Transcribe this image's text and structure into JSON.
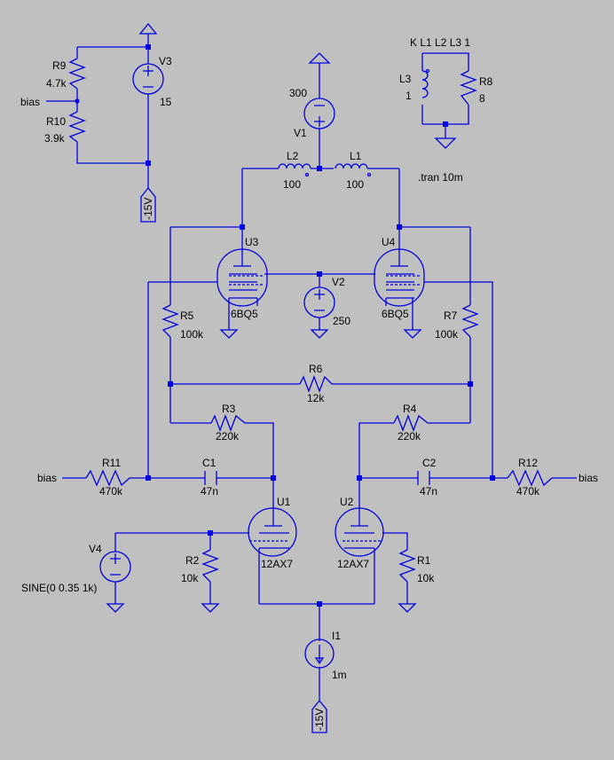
{
  "labels": {
    "r9_name": "R9",
    "r9_val": "4.7k",
    "r10_name": "R10",
    "r10_val": "3.9k",
    "bias_top": "bias",
    "v3_name": "V3",
    "v3_val": "15",
    "neg15_top": "-15V",
    "v1_val": "300",
    "v1_name": "V1",
    "l2_name": "L2",
    "l2_val": "100",
    "l1_name": "L1",
    "l1_val": "100",
    "tran": ".tran 10m",
    "coupling": "K L1 L2 L3 1",
    "l3_name": "L3",
    "l3_val": "1",
    "r8_name": "R8",
    "r8_val": "8",
    "u3_name": "U3",
    "u3_val": "6BQ5",
    "u4_name": "U4",
    "u4_val": "6BQ5",
    "v2_name": "V2",
    "v2_val": "250",
    "r5_name": "R5",
    "r5_val": "100k",
    "r7_name": "R7",
    "r7_val": "100k",
    "r6_name": "R6",
    "r6_val": "12k",
    "r3_name": "R3",
    "r3_val": "220k",
    "r4_name": "R4",
    "r4_val": "220k",
    "bias_left": "bias",
    "r11_name": "R11",
    "r11_val": "470k",
    "c1_name": "C1",
    "c1_val": "47n",
    "c2_name": "C2",
    "c2_val": "47n",
    "r12_name": "R12",
    "r12_val": "470k",
    "bias_right": "bias",
    "u1_name": "U1",
    "u1_val": "12AX7",
    "u2_name": "U2",
    "u2_val": "12AX7",
    "v4_name": "V4",
    "v4_val": "SINE(0 0.35 1k)",
    "r2_name": "R2",
    "r2_val": "10k",
    "r1_name": "R1",
    "r1_val": "10k",
    "i1_name": "I1",
    "i1_val": "1m",
    "neg15_bottom": "-15V"
  },
  "colors": {
    "background": "#c0c0c0",
    "wire": "#0000e0",
    "text": "#000000"
  }
}
